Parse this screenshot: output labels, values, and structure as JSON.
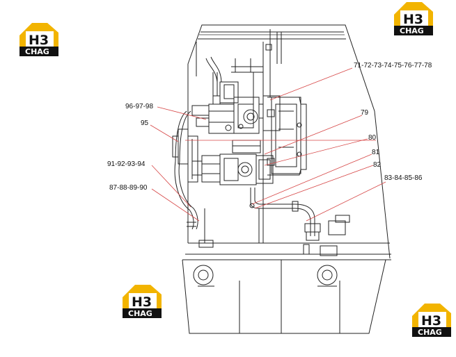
{
  "diagram": {
    "callouts": [
      {
        "id": "c1",
        "label": "71-72-73-74-75-76-77-78"
      },
      {
        "id": "c2",
        "label": "96-97-98"
      },
      {
        "id": "c3",
        "label": "95"
      },
      {
        "id": "c4",
        "label": "79"
      },
      {
        "id": "c5",
        "label": "80"
      },
      {
        "id": "c6",
        "label": "81"
      },
      {
        "id": "c7",
        "label": "91-92-93-94"
      },
      {
        "id": "c8",
        "label": "82"
      },
      {
        "id": "c9",
        "label": "83-84-85-86"
      },
      {
        "id": "c10",
        "label": "87-88-89-90"
      }
    ],
    "leader_color": "#d64545",
    "line_color": "#222222"
  },
  "watermark": {
    "mark": "H3",
    "text": "CHAG",
    "colors": {
      "house": "#f2b400",
      "band": "#111111",
      "text": "#ffffff"
    }
  }
}
